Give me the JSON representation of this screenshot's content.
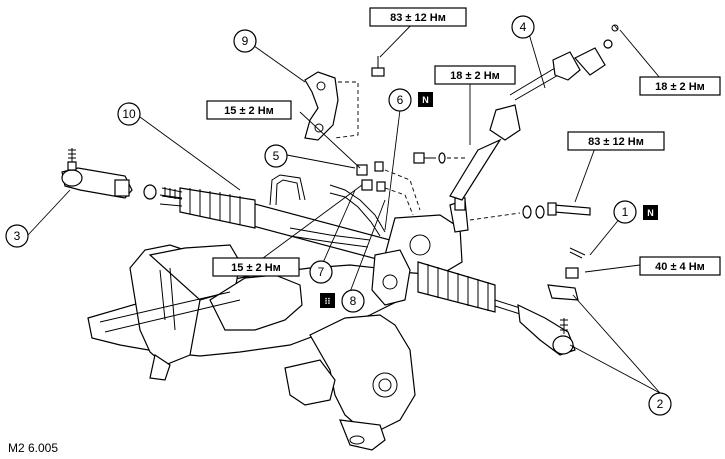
{
  "figure_code": "M2 6.005",
  "torque_labels": [
    {
      "id": "t83a",
      "text": "83 ± 12 Нм"
    },
    {
      "id": "t18a",
      "text": "18 ± 2 Нм"
    },
    {
      "id": "t18b",
      "text": "18 ± 2 Нм"
    },
    {
      "id": "t15a",
      "text": "15 ± 2 Нм"
    },
    {
      "id": "t83b",
      "text": "83 ± 12 Нм"
    },
    {
      "id": "t15b",
      "text": "15 ± 2 Нм"
    },
    {
      "id": "t40",
      "text": "40 ± 4 Нм"
    }
  ],
  "callouts": [
    "1",
    "2",
    "3",
    "4",
    "5",
    "6",
    "7",
    "8",
    "9",
    "10"
  ],
  "badges": {
    "new_part": "N",
    "grease": "⁝⁝"
  }
}
